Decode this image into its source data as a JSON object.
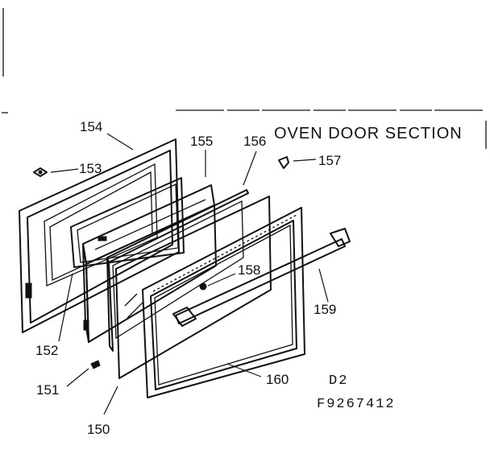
{
  "title": "OVEN DOOR SECTION",
  "diagram_code": "D2",
  "drawing_number": "F9267412",
  "callouts": {
    "c150": "150",
    "c151": "151",
    "c152": "152",
    "c153": "153",
    "c154": "154",
    "c155": "155",
    "c156": "156",
    "c157": "157",
    "c158": "158",
    "c159": "159",
    "c160": "160"
  },
  "colors": {
    "ink": "#111111",
    "paper": "#ffffff"
  }
}
